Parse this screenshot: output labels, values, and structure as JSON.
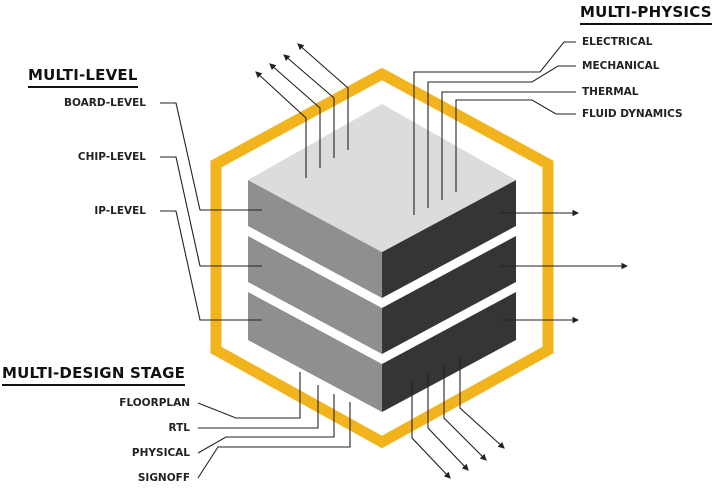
{
  "headings": {
    "multi_level": "MULTI-LEVEL",
    "multi_physics": "MULTI-PHYSICS",
    "multi_design_stage": "MULTI-DESIGN STAGE"
  },
  "levels": [
    "BOARD-LEVEL",
    "CHIP-LEVEL",
    "IP-LEVEL"
  ],
  "physics": [
    "ELECTRICAL",
    "MECHANICAL",
    "THERMAL",
    "FLUID DYNAMICS"
  ],
  "stages": [
    "FLOORPLAN",
    "RTL",
    "PHYSICAL",
    "SIGNOFF"
  ],
  "colors": {
    "hexagon": "#f2b41c",
    "top_face": "#dcdcdc",
    "left_face": "#8f8f8f",
    "right_face": "#353535",
    "lines": "#222222"
  }
}
